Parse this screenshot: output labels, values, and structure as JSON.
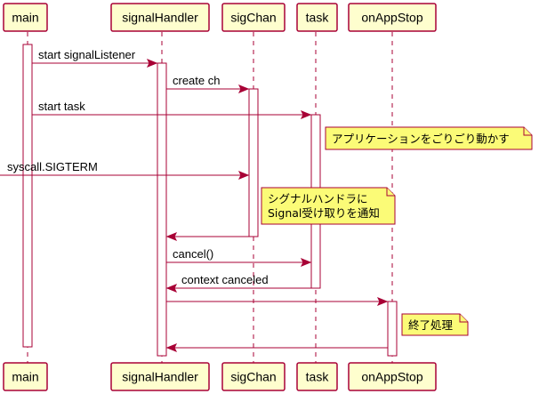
{
  "participants": [
    {
      "id": "main",
      "label": "main"
    },
    {
      "id": "signalHandler",
      "label": "signalHandler"
    },
    {
      "id": "sigChan",
      "label": "sigChan"
    },
    {
      "id": "task",
      "label": "task"
    },
    {
      "id": "onAppStop",
      "label": "onAppStop"
    }
  ],
  "messages": [
    {
      "from": "main",
      "to": "signalHandler",
      "label": "start signalListener"
    },
    {
      "from": "signalHandler",
      "to": "sigChan",
      "label": "create ch"
    },
    {
      "from": "main",
      "to": "task",
      "label": "start task"
    },
    {
      "from": "external",
      "to": "sigChan",
      "label": "syscall.SIGTERM"
    },
    {
      "from": "sigChan",
      "to": "signalHandler",
      "label": ""
    },
    {
      "from": "signalHandler",
      "to": "task",
      "label": "cancel()"
    },
    {
      "from": "task",
      "to": "signalHandler",
      "label": "context canceled"
    },
    {
      "from": "signalHandler",
      "to": "onAppStop",
      "label": ""
    },
    {
      "from": "onAppStop",
      "to": "signalHandler",
      "label": ""
    }
  ],
  "notes": [
    {
      "lines": [
        "アプリケーションをごりごり動かす"
      ]
    },
    {
      "lines": [
        "シグナルハンドラに",
        "Signal受け取りを通知"
      ]
    },
    {
      "lines": [
        "終了処理"
      ]
    }
  ],
  "colors": {
    "border": "#A80036",
    "participant_fill": "#FEFECE",
    "note_fill": "#FBFB77"
  }
}
